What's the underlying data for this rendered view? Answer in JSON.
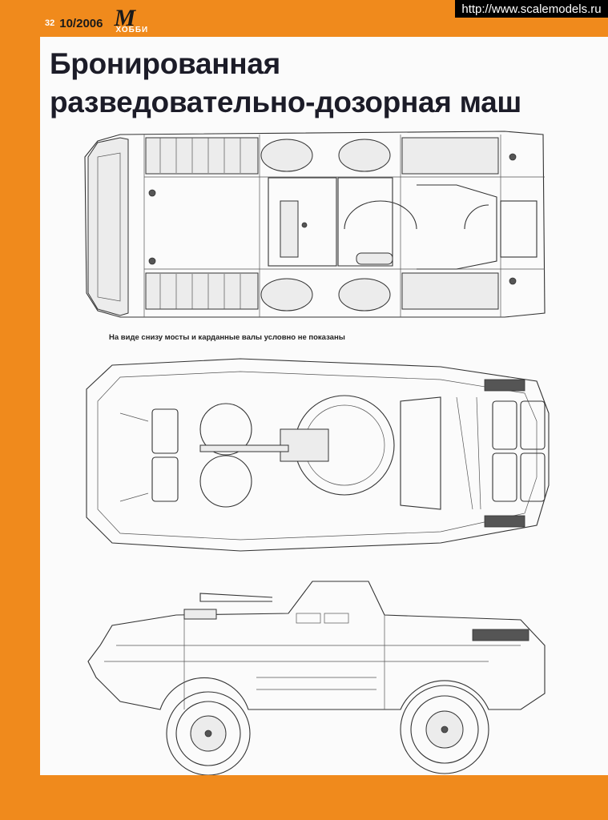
{
  "watermark": {
    "url": "http://www.scalemodels.ru"
  },
  "header": {
    "page_number": "32",
    "issue": "10/2006",
    "logo_mark": "М",
    "logo_text": "ХОББИ"
  },
  "article": {
    "title_line1": "Бронированная",
    "title_line2": "разведовательно-дозорная маш",
    "caption_bottom_view": "На виде снизу мосты и карданные валы условно не показаны"
  },
  "colors": {
    "accent_orange": "#f08a1c",
    "paper": "#fbfbfb",
    "ink": "#1c1c28"
  },
  "drawings": [
    {
      "icon": "vehicle-bottom-view"
    },
    {
      "icon": "vehicle-top-view"
    },
    {
      "icon": "vehicle-side-view"
    }
  ]
}
